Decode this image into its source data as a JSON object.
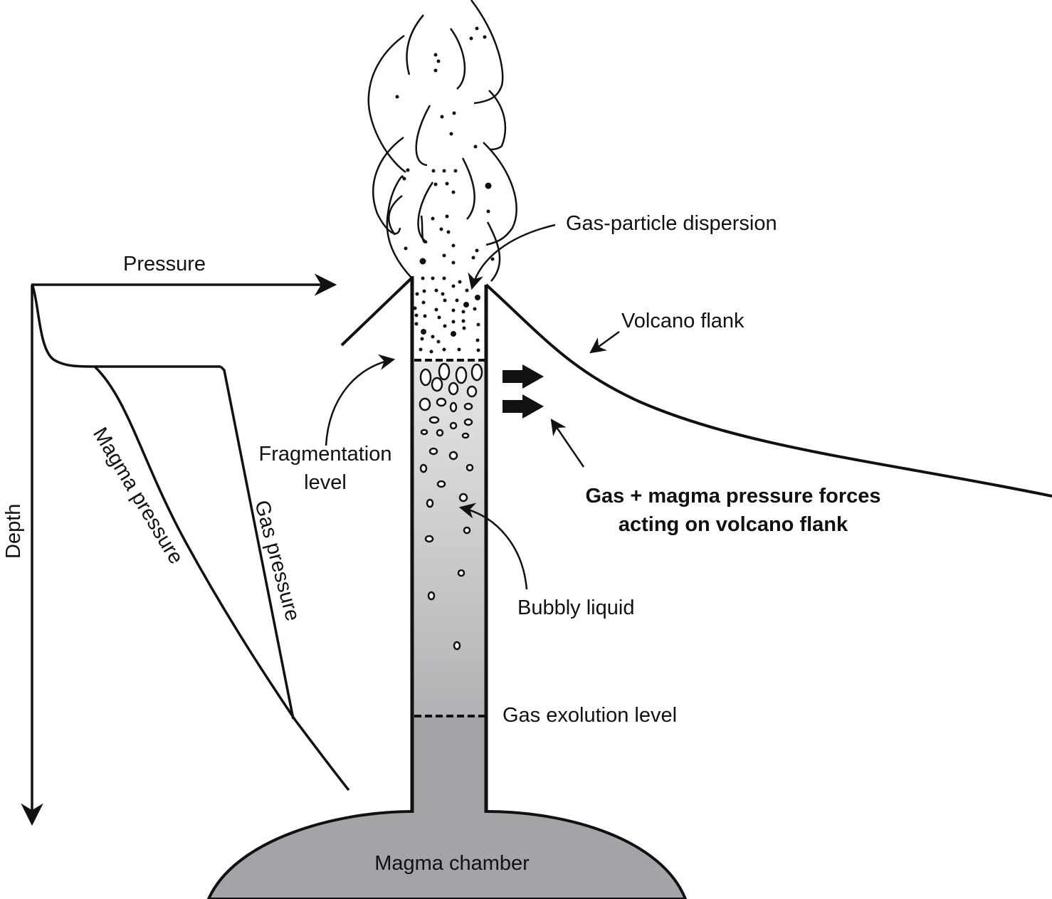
{
  "labels": {
    "pressure": "Pressure",
    "depth": "Depth",
    "magma_pressure": "Magma pressure",
    "gas_pressure": "Gas pressure",
    "gas_particle_dispersion": "Gas-particle dispersion",
    "volcano_flank": "Volcano flank",
    "fragmentation_level_1": "Fragmentation",
    "fragmentation_level_2": "level",
    "forces_1": "Gas + magma pressure forces",
    "forces_2": "acting on volcano flank",
    "bubbly_liquid": "Bubbly liquid",
    "gas_exolution_level": "Gas exolution level",
    "magma_chamber": "Magma chamber"
  },
  "colors": {
    "line": "#111111",
    "magma_light": "#e4e4e4",
    "magma_dark": "#a2a3a6"
  }
}
